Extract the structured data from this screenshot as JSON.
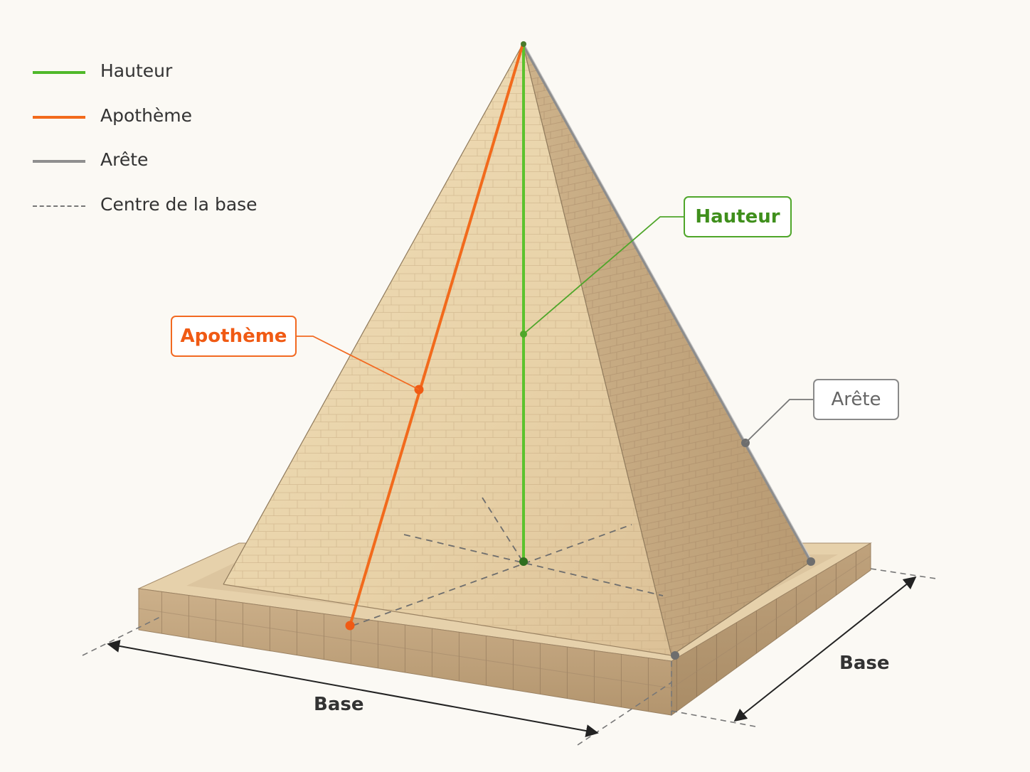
{
  "legend": {
    "items": [
      {
        "label": "Hauteur",
        "color": "#4fb82a",
        "style": "solid"
      },
      {
        "label": "Apothème",
        "color": "#f26a1c",
        "style": "solid"
      },
      {
        "label": "Arête",
        "color": "#8f8f8f",
        "style": "solid"
      },
      {
        "label": "Centre de la base",
        "color": "#777777",
        "style": "dashed"
      }
    ]
  },
  "callouts": {
    "hauteur": "Hauteur",
    "apotheme": "Apothème",
    "arete": "Arête"
  },
  "dimensions": {
    "base_front": "Base",
    "base_side": "Base"
  },
  "colors": {
    "background": "#fbf9f4",
    "stone_light": "#ecd8b2",
    "stone_dark": "#c6a980",
    "hauteur": "#4fb82a",
    "apotheme": "#f26a1c",
    "arete": "#8f8f8f"
  }
}
